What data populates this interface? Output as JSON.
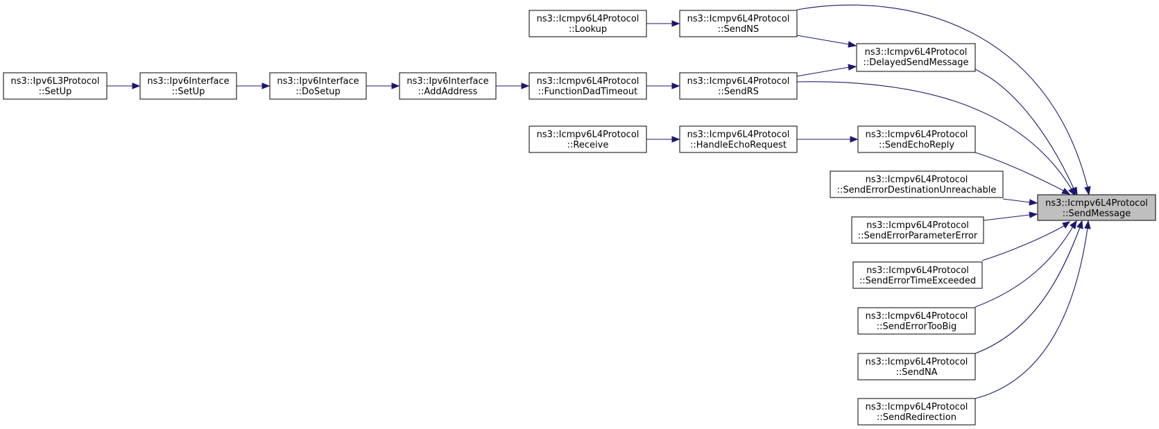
{
  "graph": {
    "title": "",
    "colors": {
      "edge": "#191970",
      "root_fill": "#bfbfbf",
      "node_fill": "#ffffff",
      "border": "#000000"
    },
    "nodes": [
      {
        "id": "send_message",
        "line1": "ns3::Icmpv6L4Protocol",
        "line2": "::SendMessage",
        "root": true
      },
      {
        "id": "send_ns",
        "line1": "ns3::Icmpv6L4Protocol",
        "line2": "::SendNS"
      },
      {
        "id": "lookup",
        "line1": "ns3::Icmpv6L4Protocol",
        "line2": "::Lookup"
      },
      {
        "id": "delayed_send_message",
        "line1": "ns3::Icmpv6L4Protocol",
        "line2": "::DelayedSendMessage"
      },
      {
        "id": "send_rs",
        "line1": "ns3::Icmpv6L4Protocol",
        "line2": "::SendRS"
      },
      {
        "id": "function_dad_timeout",
        "line1": "ns3::Icmpv6L4Protocol",
        "line2": "::FunctionDadTimeout"
      },
      {
        "id": "add_address",
        "line1": "ns3::Ipv6Interface",
        "line2": "::AddAddress"
      },
      {
        "id": "do_setup",
        "line1": "ns3::Ipv6Interface",
        "line2": "::DoSetup"
      },
      {
        "id": "iface_setup",
        "line1": "ns3::Ipv6Interface",
        "line2": "::SetUp"
      },
      {
        "id": "l3_setup",
        "line1": "ns3::Ipv6L3Protocol",
        "line2": "::SetUp"
      },
      {
        "id": "receive",
        "line1": "ns3::Icmpv6L4Protocol",
        "line2": "::Receive"
      },
      {
        "id": "handle_echo_request",
        "line1": "ns3::Icmpv6L4Protocol",
        "line2": "::HandleEchoRequest"
      },
      {
        "id": "send_echo_reply",
        "line1": "ns3::Icmpv6L4Protocol",
        "line2": "::SendEchoReply"
      },
      {
        "id": "send_error_dest_unreachable",
        "line1": "ns3::Icmpv6L4Protocol",
        "line2": "::SendErrorDestinationUnreachable"
      },
      {
        "id": "send_error_parameter_error",
        "line1": "ns3::Icmpv6L4Protocol",
        "line2": "::SendErrorParameterError"
      },
      {
        "id": "send_error_time_exceeded",
        "line1": "ns3::Icmpv6L4Protocol",
        "line2": "::SendErrorTimeExceeded"
      },
      {
        "id": "send_error_too_big",
        "line1": "ns3::Icmpv6L4Protocol",
        "line2": "::SendErrorTooBig"
      },
      {
        "id": "send_na",
        "line1": "ns3::Icmpv6L4Protocol",
        "line2": "::SendNA"
      },
      {
        "id": "send_redirection",
        "line1": "ns3::Icmpv6L4Protocol",
        "line2": "::SendRedirection"
      }
    ],
    "edges": [
      {
        "from": "lookup",
        "to": "send_ns"
      },
      {
        "from": "send_ns",
        "to": "delayed_send_message"
      },
      {
        "from": "send_ns",
        "to": "send_message"
      },
      {
        "from": "delayed_send_message",
        "to": "send_message"
      },
      {
        "from": "send_rs",
        "to": "delayed_send_message"
      },
      {
        "from": "send_rs",
        "to": "send_message"
      },
      {
        "from": "function_dad_timeout",
        "to": "send_rs"
      },
      {
        "from": "add_address",
        "to": "function_dad_timeout"
      },
      {
        "from": "do_setup",
        "to": "add_address"
      },
      {
        "from": "iface_setup",
        "to": "do_setup"
      },
      {
        "from": "l3_setup",
        "to": "iface_setup"
      },
      {
        "from": "receive",
        "to": "handle_echo_request"
      },
      {
        "from": "handle_echo_request",
        "to": "send_echo_reply"
      },
      {
        "from": "send_echo_reply",
        "to": "send_message"
      },
      {
        "from": "send_error_dest_unreachable",
        "to": "send_message"
      },
      {
        "from": "send_error_parameter_error",
        "to": "send_message"
      },
      {
        "from": "send_error_time_exceeded",
        "to": "send_message"
      },
      {
        "from": "send_error_too_big",
        "to": "send_message"
      },
      {
        "from": "send_na",
        "to": "send_message"
      },
      {
        "from": "send_redirection",
        "to": "send_message"
      }
    ]
  }
}
